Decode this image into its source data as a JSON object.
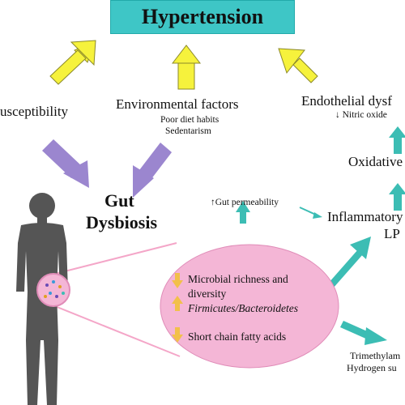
{
  "title": "Hypertension",
  "susceptibility": "usceptibility",
  "environmental": {
    "heading": "Environmental factors",
    "items": [
      "Poor diet habits",
      "Sedentarism"
    ]
  },
  "endothelial": {
    "heading": "Endothelial dysf",
    "sub": "Nitric oxide"
  },
  "oxidative": "Oxidative",
  "gut": {
    "line1": "Gut",
    "line2": "Dysbiosis"
  },
  "gut_permeability": "Gut permeability",
  "inflammatory": {
    "line1": "Inflammatory",
    "line2": "LP"
  },
  "ellipse": {
    "microbial_line1": "Microbial richness and",
    "microbial_line2": "diversity",
    "firmicutes": "Firmicutes/Bacteroidetes",
    "scfa": "Short chain fatty acids"
  },
  "metabolites": [
    "Trimethylam",
    "Hydrogen su"
  ],
  "colors": {
    "title_box": "#3ec6c6",
    "yellow_arrow": "#f6f23c",
    "purple_arrow": "#9b86cf",
    "teal_arrow": "#3cbdb4",
    "ellipse_fill": "#f4b6d6",
    "body_silhouette": "#555555"
  }
}
